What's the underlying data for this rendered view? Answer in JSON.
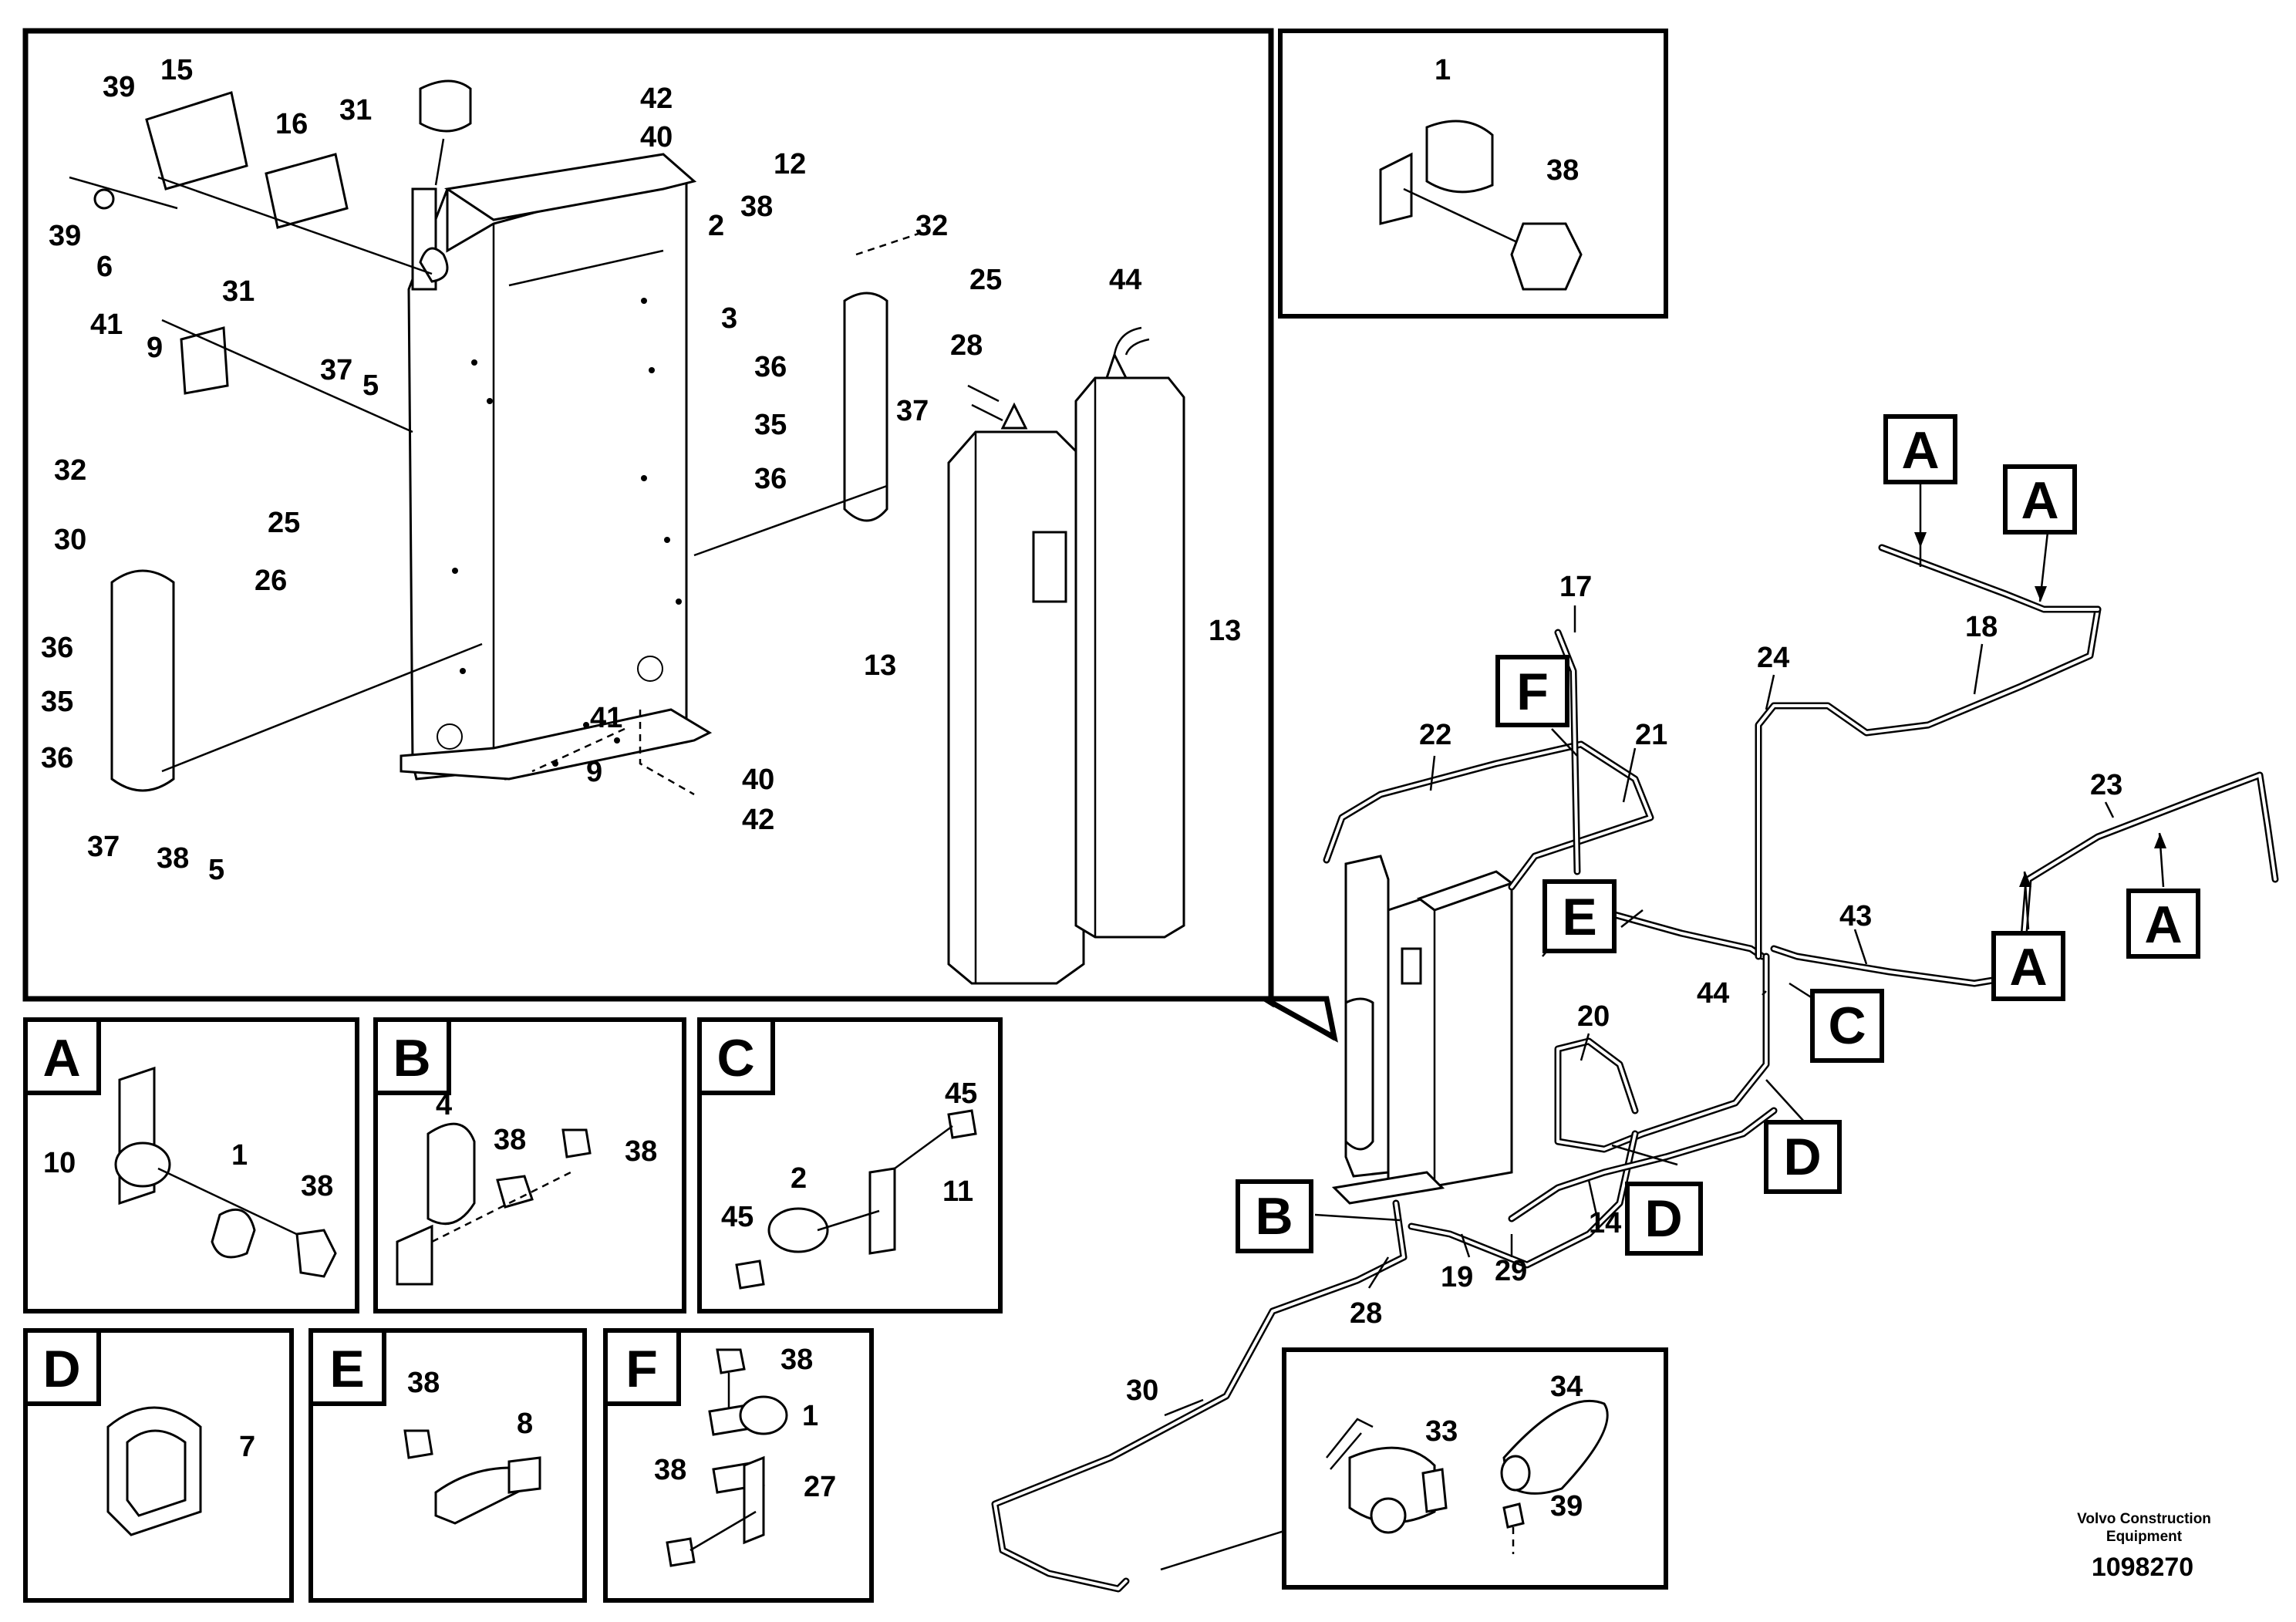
{
  "panels": {
    "main_view": {
      "labels": [
        "39",
        "15",
        "16",
        "31",
        "42",
        "40",
        "12",
        "38",
        "32",
        "39",
        "6",
        "31",
        "2",
        "25",
        "44",
        "3",
        "41",
        "9",
        "37",
        "5",
        "36",
        "28",
        "35",
        "37",
        "32",
        "36",
        "25",
        "30",
        "26",
        "13",
        "13",
        "36",
        "35",
        "41",
        "36",
        "9",
        "40",
        "42",
        "37",
        "38",
        "5"
      ]
    },
    "detail_1": {
      "labels": [
        "1",
        "38"
      ]
    },
    "detail_A": {
      "letter": "A",
      "labels": [
        "10",
        "1",
        "38"
      ]
    },
    "detail_B": {
      "letter": "B",
      "labels": [
        "4",
        "38",
        "38"
      ]
    },
    "detail_C": {
      "letter": "C",
      "labels": [
        "45",
        "2",
        "11",
        "45"
      ]
    },
    "detail_D": {
      "letter": "D",
      "labels": [
        "7"
      ]
    },
    "detail_E": {
      "letter": "E",
      "labels": [
        "38",
        "8"
      ]
    },
    "detail_F": {
      "letter": "F",
      "labels": [
        "38",
        "1",
        "38",
        "27"
      ]
    },
    "detail_33": {
      "labels": [
        "34",
        "33",
        "39"
      ]
    }
  },
  "overview": {
    "labels": [
      "17",
      "24",
      "18",
      "22",
      "21",
      "23",
      "43",
      "44",
      "20",
      "14",
      "19",
      "29",
      "28",
      "30"
    ],
    "callouts": [
      "A",
      "A",
      "F",
      "E",
      "A",
      "A",
      "C",
      "D",
      "B",
      "D"
    ]
  },
  "credit": {
    "line1": "Volvo Construction",
    "line2": "Equipment"
  },
  "doc_number": "1098270"
}
